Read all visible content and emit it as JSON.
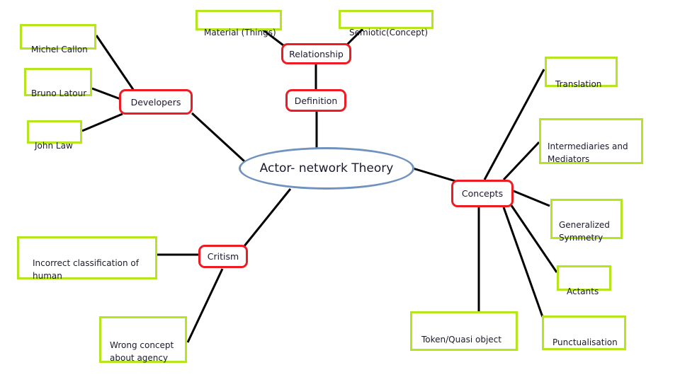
{
  "colors": {
    "leaf_border": "#b5e61d",
    "hub_border": "#ed1c24",
    "center_border": "#7092be",
    "line": "#000000"
  },
  "center": {
    "id": "ant",
    "label": "Actor- network Theory"
  },
  "hubs": [
    {
      "id": "developers",
      "label": "Developers"
    },
    {
      "id": "relationship",
      "label": "Relationship"
    },
    {
      "id": "definition",
      "label": "Definition"
    },
    {
      "id": "concepts",
      "label": "Concepts"
    },
    {
      "id": "critism",
      "label": "Critism"
    }
  ],
  "leaves": [
    {
      "id": "callon",
      "label": "Michel Callon",
      "parent": "developers"
    },
    {
      "id": "latour",
      "label": "Bruno Latour",
      "parent": "developers"
    },
    {
      "id": "law",
      "label": "John Law",
      "parent": "developers"
    },
    {
      "id": "material",
      "label": "Material (Things)",
      "parent": "relationship"
    },
    {
      "id": "semiotic",
      "label": "Semiotic(Concept)",
      "parent": "relationship"
    },
    {
      "id": "translation",
      "label": "Translation",
      "parent": "concepts"
    },
    {
      "id": "intermediaries",
      "label": "Intermediaries and\nMediators",
      "parent": "concepts"
    },
    {
      "id": "symmetry",
      "label": "Generalized\nSymmetry",
      "parent": "concepts"
    },
    {
      "id": "actants",
      "label": "Actants",
      "parent": "concepts"
    },
    {
      "id": "punctualisation",
      "label": "Punctualisation",
      "parent": "concepts"
    },
    {
      "id": "token",
      "label": "Token/Quasi object",
      "parent": "concepts"
    },
    {
      "id": "incorrect",
      "label": "Incorrect classification of\nhuman",
      "parent": "critism"
    },
    {
      "id": "wrong",
      "label": "Wrong concept\nabout agency",
      "parent": "critism"
    }
  ],
  "edges": [
    [
      "definition",
      "ant"
    ],
    [
      "relationship",
      "definition"
    ],
    [
      "developers",
      "ant"
    ],
    [
      "concepts",
      "ant"
    ],
    [
      "critism",
      "ant"
    ],
    [
      "callon",
      "developers"
    ],
    [
      "latour",
      "developers"
    ],
    [
      "law",
      "developers"
    ],
    [
      "material",
      "relationship"
    ],
    [
      "semiotic",
      "relationship"
    ],
    [
      "translation",
      "concepts"
    ],
    [
      "intermediaries",
      "concepts"
    ],
    [
      "symmetry",
      "concepts"
    ],
    [
      "actants",
      "concepts"
    ],
    [
      "punctualisation",
      "concepts"
    ],
    [
      "token",
      "concepts"
    ],
    [
      "incorrect",
      "critism"
    ],
    [
      "wrong",
      "critism"
    ]
  ]
}
